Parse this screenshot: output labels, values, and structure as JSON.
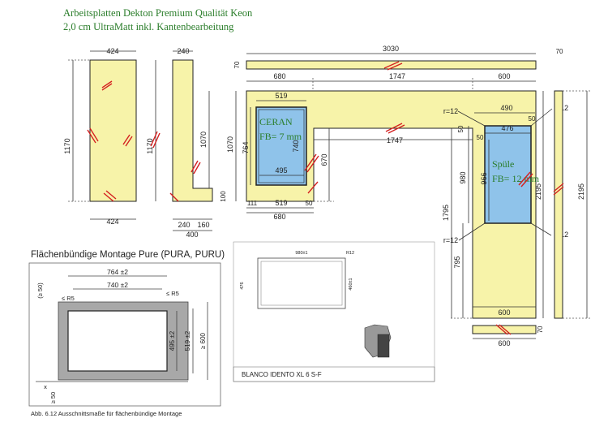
{
  "header": {
    "line1": "Arbeitsplatten Dekton Premium Qualität Keon",
    "line2": "2,0 cm UltraMatt inkl. Kantenbearbeitung"
  },
  "dims": {
    "d424a": "424",
    "d240a": "240",
    "d1170a": "1170",
    "d1170b": "1170",
    "d1070a": "1070",
    "d424b": "424",
    "d240b": "240",
    "d160": "160",
    "d400": "400",
    "d100": "100",
    "d3030": "3030",
    "d70a": "70",
    "d70b": "70",
    "d680a": "680",
    "d1747a": "1747",
    "d600a": "600",
    "d519a": "519",
    "d1070b": "1070",
    "d764": "764",
    "d740": "740",
    "d670": "670",
    "d495": "495",
    "d1747b": "1747",
    "d111": "111",
    "d519b": "519",
    "d50a": "50",
    "d680b": "680",
    "r12a": "r=12",
    "d490": "490",
    "r12b": "r=12",
    "d50b": "50",
    "d50c": "50",
    "d476": "476",
    "d50d": "50",
    "d980": "980",
    "d966": "966",
    "d1795": "1795",
    "d795": "795",
    "r12c": "r=12",
    "r12d": "r=12",
    "d2195a": "2195",
    "d2195b": "2195",
    "d600b": "600",
    "d600c": "600",
    "d70c": "70"
  },
  "labels": {
    "ceran": "CERAN",
    "ceran_fb": "FB= 7 mm",
    "spuele": "Spüle",
    "spuele_fb": "FB= 12 mm"
  },
  "figure1": {
    "title": "Flächenbündige Montage Pure (PURA, PURU)",
    "d764": "764 ±2",
    "d740": "740 ±2",
    "d50": "(≥ 50)",
    "r5a": "≤ R5",
    "r5b": "≤ R5",
    "d495": "495 ±2",
    "d519": "519 ±2",
    "d600": "≥ 600",
    "x": "x",
    "d50b": "≥ 50",
    "caption": "Abb. 6.12   Ausschnittsmaße für flächenbündige Montage"
  },
  "figure2": {
    "title": "BLANCO IDENTO XL 6 S-F",
    "d980": "980±1",
    "d460": "460±1",
    "r12": "R12",
    "d476": "476"
  }
}
